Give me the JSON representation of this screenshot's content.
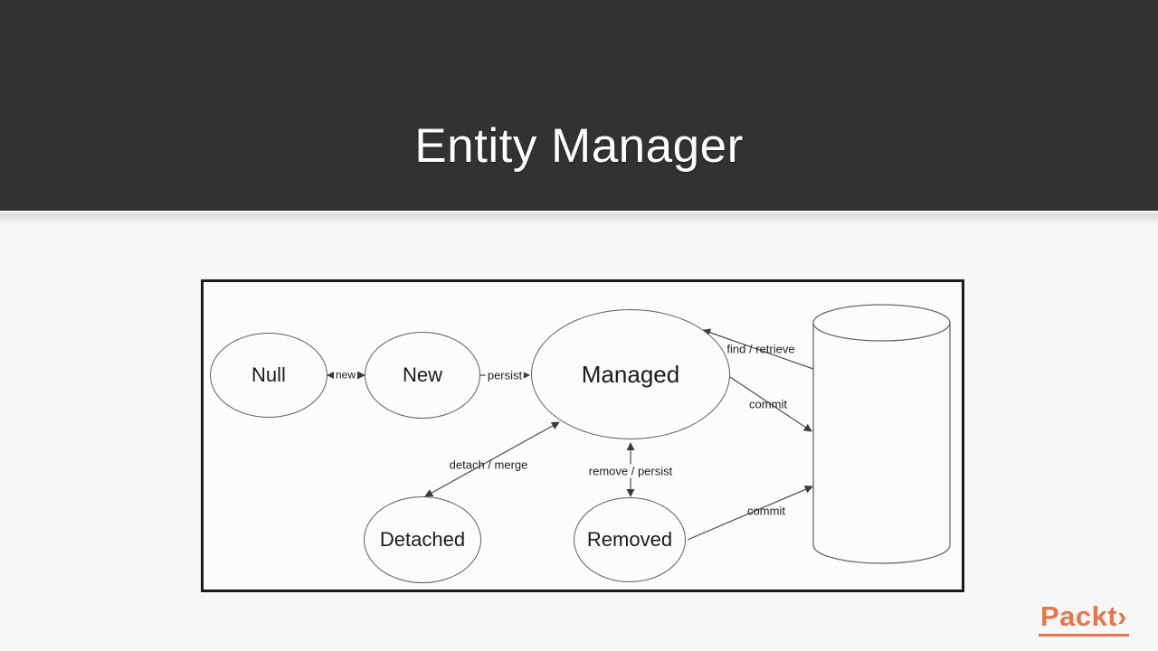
{
  "slide": {
    "title": "Entity Manager"
  },
  "diagram": {
    "nodes": [
      {
        "id": "null",
        "label": "Null"
      },
      {
        "id": "new",
        "label": "New"
      },
      {
        "id": "managed",
        "label": "Managed"
      },
      {
        "id": "detached",
        "label": "Detached"
      },
      {
        "id": "removed",
        "label": "Removed"
      }
    ],
    "edges": [
      {
        "label": "new",
        "from": "New",
        "to": "Null",
        "bidirectional": true
      },
      {
        "label": "persist",
        "from": "New",
        "to": "Managed",
        "bidirectional": false
      },
      {
        "label": "detach / merge",
        "from": "Managed",
        "to": "Detached",
        "bidirectional": true
      },
      {
        "label": "remove / persist",
        "from": "Managed",
        "to": "Removed",
        "bidirectional": true
      },
      {
        "label": "find / retrieve",
        "from": "Database",
        "to": "Managed",
        "bidirectional": false
      },
      {
        "label": "commit",
        "from": "Managed",
        "to": "Database",
        "bidirectional": false
      },
      {
        "label": "commit",
        "from": "Removed",
        "to": "Database",
        "bidirectional": false
      }
    ],
    "database": {
      "id": "database",
      "shape": "cylinder"
    }
  },
  "logo": {
    "text": "Packt",
    "chevron": "›"
  },
  "colors": {
    "header_bg": "#323232",
    "body_bg": "#f7f7f7",
    "diagram_bg": "#fcfcfc",
    "diagram_border": "#1c1c1c",
    "stroke": "#4a4a4a",
    "accent": "#e2794e"
  }
}
